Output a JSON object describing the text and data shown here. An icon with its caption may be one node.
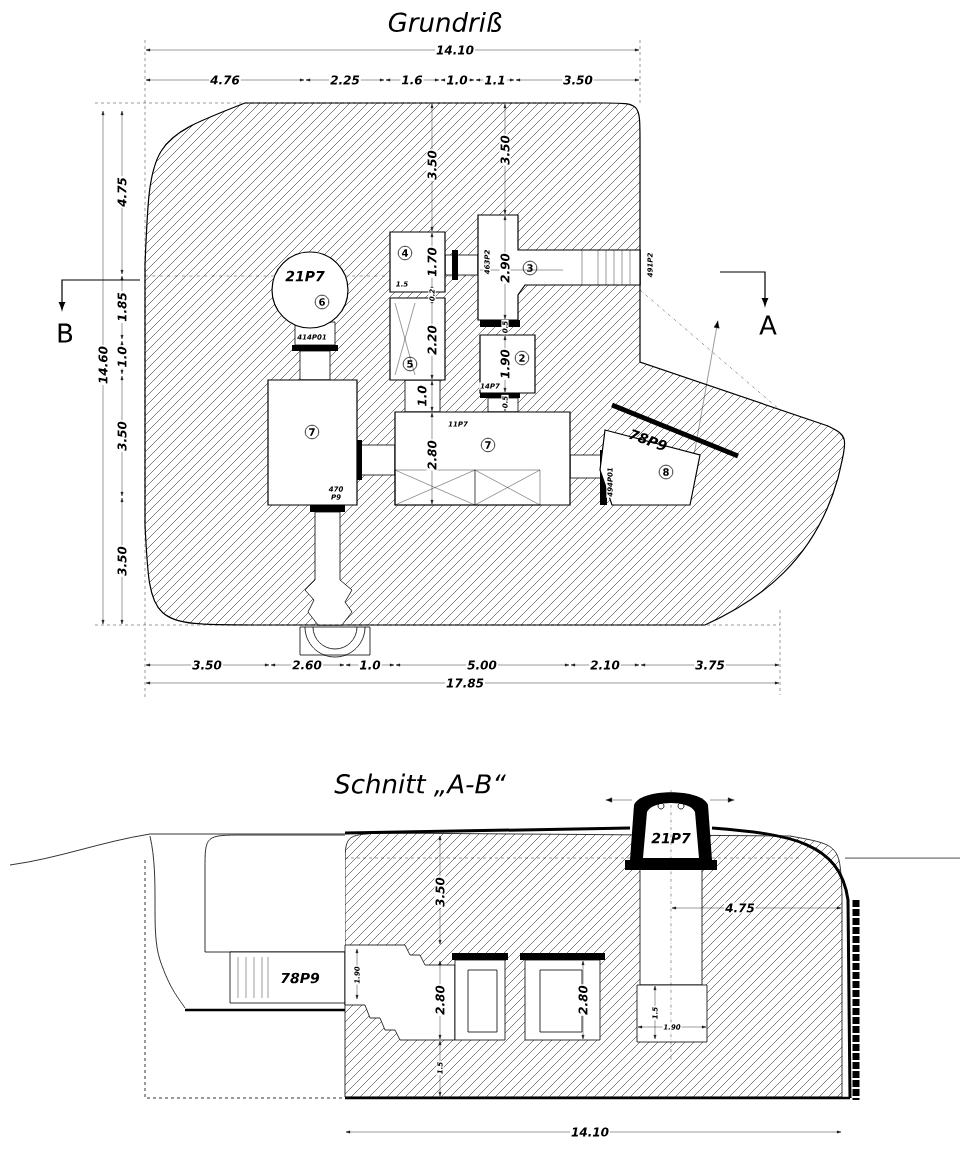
{
  "diagram": {
    "nodes": [
      {
        "text": [
          "21P7",
          "6"
        ]
      },
      {
        "text": [
          "4"
        ]
      },
      {
        "text": [
          "5"
        ]
      },
      {
        "text": [
          "3"
        ]
      },
      {
        "text": [
          "2"
        ]
      },
      {
        "text": [
          "7"
        ]
      },
      {
        "text": [
          "7"
        ]
      },
      {
        "text": [
          "78P9",
          "8"
        ]
      }
    ],
    "labels": [
      "Grundriß",
      "14.10",
      "4.76",
      "2.25",
      "1.6",
      "1.0",
      "1.1",
      "3.50",
      "4.75",
      "3.50",
      "3.50",
      "14.60",
      "1.85",
      "B",
      "1.70",
      "1.5",
      "463P2",
      "2.90",
      "491P2",
      "A",
      "0.2",
      "0.5",
      "414P01",
      "2.20",
      "1.90",
      "14P7",
      "1.0",
      "1.0",
      "0.5",
      "11P7",
      "2.80",
      "3.50",
      "494P01",
      "470 P9",
      "3.50",
      "3.50",
      "2.60",
      "1.0",
      "5.00",
      "2.10",
      "3.75",
      "17.85",
      "Schnitt „A-B“",
      "21P7",
      "3.50",
      "4.75",
      "78P9",
      "1.90",
      "2.80",
      "2.80",
      "1.5",
      "1.90",
      "1.5",
      "14.10"
    ]
  }
}
